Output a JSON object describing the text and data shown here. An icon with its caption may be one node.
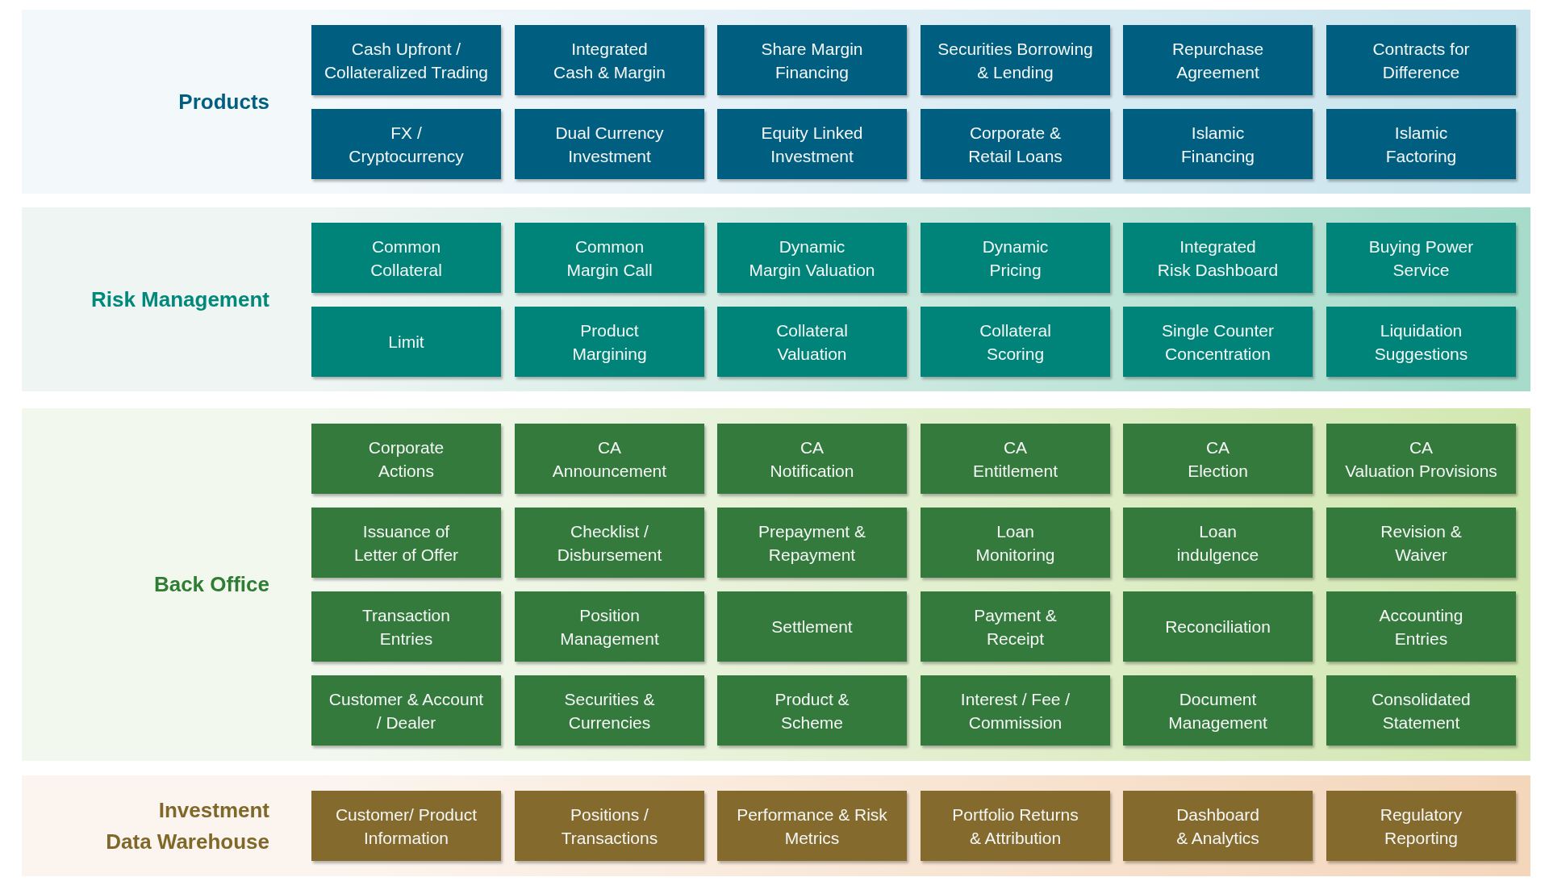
{
  "diagram": {
    "nodes": [
      {
        "text": [
          "Products"
        ]
      },
      {
        "text": [
          "Cash Upfront / Collateralized Trading"
        ],
        "in": 0
      },
      {
        "text": [
          "Integrated Cash & Margin"
        ],
        "in": 0
      },
      {
        "text": [
          "Share Margin Financing"
        ],
        "in": 0
      },
      {
        "text": [
          "Securities Borrowing & Lending"
        ],
        "in": 0
      },
      {
        "text": [
          "Repurchase Agreement"
        ],
        "in": 0
      },
      {
        "text": [
          "Contracts for Difference"
        ],
        "in": 0
      },
      {
        "text": [
          "FX / Cryptocurrency"
        ],
        "in": 0
      },
      {
        "text": [
          "Dual Currency Investment"
        ],
        "in": 0
      },
      {
        "text": [
          "Equity Linked Investment"
        ],
        "in": 0
      },
      {
        "text": [
          "Corporate & Retail Loans"
        ],
        "in": 0
      },
      {
        "text": [
          "Islamic Financing"
        ],
        "in": 0
      },
      {
        "text": [
          "Islamic Factoring"
        ],
        "in": 0
      },
      {
        "text": [
          "Risk Management"
        ]
      },
      {
        "text": [
          "Common Collateral"
        ],
        "in": 13
      },
      {
        "text": [
          "Common Margin Call"
        ],
        "in": 13
      },
      {
        "text": [
          "Dynamic Margin Valuation"
        ],
        "in": 13
      },
      {
        "text": [
          "Dynamic Pricing"
        ],
        "in": 13
      },
      {
        "text": [
          "Integrated Risk Dashboard"
        ],
        "in": 13
      },
      {
        "text": [
          "Buying Power Service"
        ],
        "in": 13
      },
      {
        "text": [
          "Limit"
        ],
        "in": 13
      },
      {
        "text": [
          "Product Margining"
        ],
        "in": 13
      },
      {
        "text": [
          "Collateral Valuation"
        ],
        "in": 13
      },
      {
        "text": [
          "Collateral Scoring"
        ],
        "in": 13
      },
      {
        "text": [
          "Single Counter Concentration"
        ],
        "in": 13
      },
      {
        "text": [
          "Liquidation Suggestions"
        ],
        "in": 13
      },
      {
        "text": [
          "Back Office"
        ]
      },
      {
        "text": [
          "Corporate Actions"
        ],
        "in": 26
      },
      {
        "text": [
          "CA Announcement"
        ],
        "in": 26
      },
      {
        "text": [
          "CA Notification"
        ],
        "in": 26
      },
      {
        "text": [
          "CA Entitlement"
        ],
        "in": 26
      },
      {
        "text": [
          "CA Election"
        ],
        "in": 26
      },
      {
        "text": [
          "CA Valuation Provisions"
        ],
        "in": 26
      },
      {
        "text": [
          "Issuance of Letter of Offer"
        ],
        "in": 26
      },
      {
        "text": [
          "Checklist / Disbursement"
        ],
        "in": 26
      },
      {
        "text": [
          "Prepayment & Repayment"
        ],
        "in": 26
      },
      {
        "text": [
          "Loan Monitoring"
        ],
        "in": 26
      },
      {
        "text": [
          "Loan indulgence"
        ],
        "in": 26
      },
      {
        "text": [
          "Revision & Waiver"
        ],
        "in": 26
      },
      {
        "text": [
          "Transaction Entries"
        ],
        "in": 26
      },
      {
        "text": [
          "Position Management"
        ],
        "in": 26
      },
      {
        "text": [
          "Settlement"
        ],
        "in": 26
      },
      {
        "text": [
          "Payment & Receipt"
        ],
        "in": 26
      },
      {
        "text": [
          "Reconciliation"
        ],
        "in": 26
      },
      {
        "text": [
          "Accounting Entries"
        ],
        "in": 26
      },
      {
        "text": [
          "Customer & Account / Dealer"
        ],
        "in": 26
      },
      {
        "text": [
          "Securities & Currencies"
        ],
        "in": 26
      },
      {
        "text": [
          "Product & Scheme"
        ],
        "in": 26
      },
      {
        "text": [
          "Interest / Fee / Commission"
        ],
        "in": 26
      },
      {
        "text": [
          "Document Management"
        ],
        "in": 26
      },
      {
        "text": [
          "Consolidated Statement"
        ],
        "in": 26
      },
      {
        "text": [
          "Investment Data Warehouse"
        ]
      },
      {
        "text": [
          "Customer/ Product Information"
        ],
        "in": 51
      },
      {
        "text": [
          "Positions / Transactions"
        ],
        "in": 51
      },
      {
        "text": [
          "Performance & Risk Metrics"
        ],
        "in": 51
      },
      {
        "text": [
          "Portfolio Returns & Attribution"
        ],
        "in": 51
      },
      {
        "text": [
          "Dashboard & Analytics"
        ],
        "in": 51
      },
      {
        "text": [
          "Regulatory Reporting"
        ],
        "in": 51
      }
    ]
  }
}
